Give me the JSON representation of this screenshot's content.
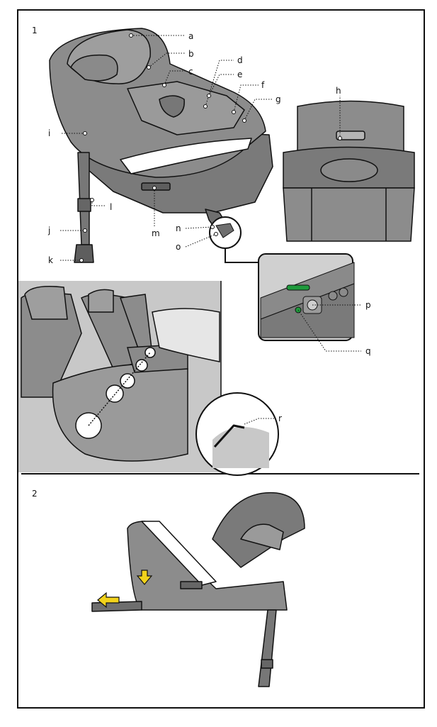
{
  "steps": {
    "one": "1",
    "two": "2"
  },
  "labels": {
    "a": "a",
    "b": "b",
    "c": "c",
    "d": "d",
    "e": "e",
    "f": "f",
    "g": "g",
    "h": "h",
    "i": "i",
    "j": "j",
    "k": "k",
    "l": "l",
    "m": "m",
    "n": "n",
    "o": "o",
    "p": "p",
    "q": "q",
    "r": "r"
  },
  "colors": {
    "seat_gray": "#8c8c8c",
    "seat_dark": "#6e6e6e",
    "seat_light": "#b3b3b3",
    "car_bg": "#c8c8c8",
    "indicator_green": "#1f9a3c",
    "arrow_yellow": "#f2d21b",
    "outline": "#111111"
  },
  "icons": {
    "push_arrow": "arrow-down-icon",
    "pull_arrow": "arrow-left-icon",
    "zoom_callout": "magnifier-circle"
  }
}
